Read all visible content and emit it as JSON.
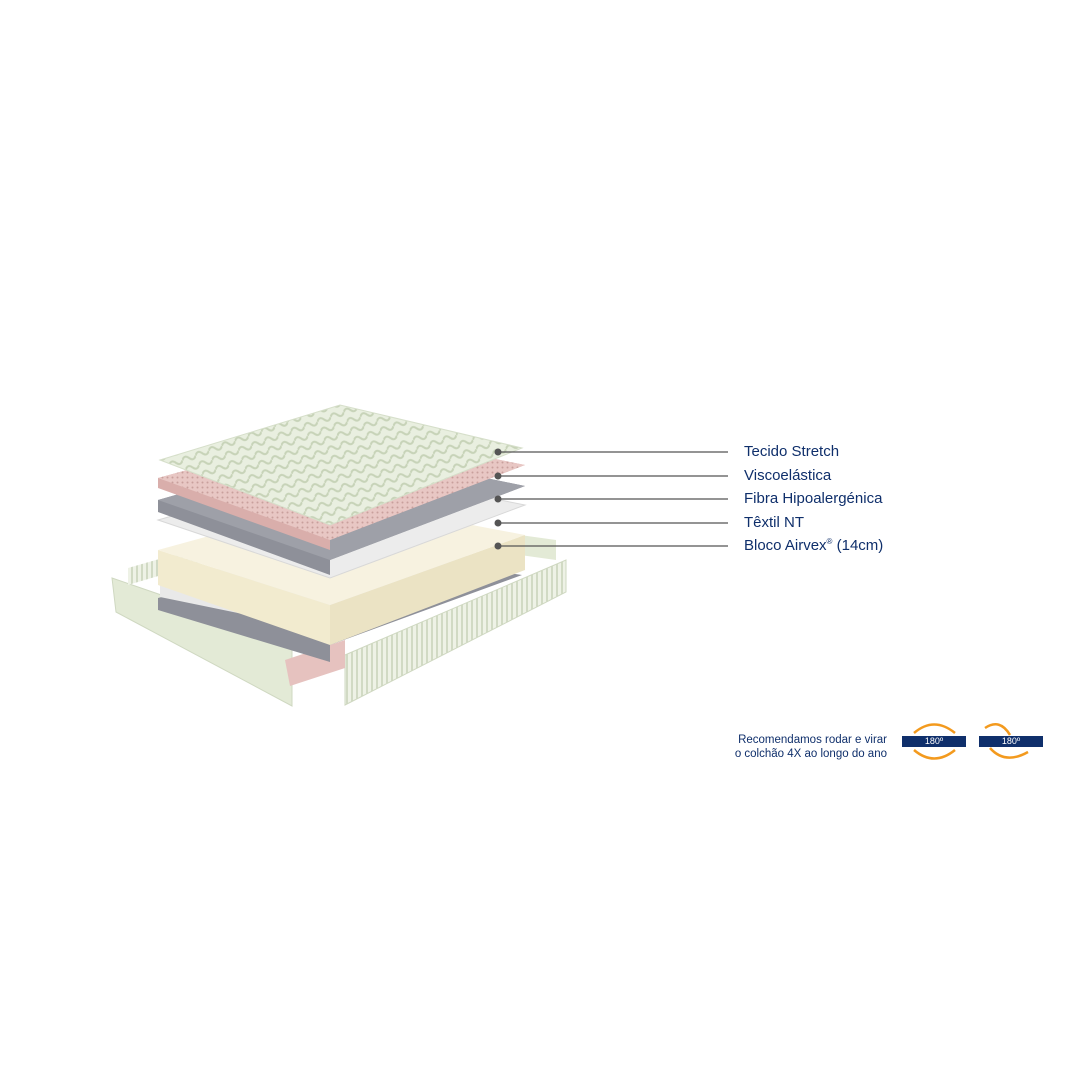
{
  "layers": [
    {
      "label": "Tecido Stretch",
      "color": "#e7eedd"
    },
    {
      "label": "Viscoelástica",
      "color": "#e9c9c6"
    },
    {
      "label": "Fibra Hipoalergénica",
      "color": "#8e9099"
    },
    {
      "label": "Têxtil NT",
      "color": "#ececec"
    },
    {
      "label": "Bloco Airvex",
      "sup": "®",
      "suffix": " (14cm)",
      "color": "#f4eed7"
    }
  ],
  "recommendation": {
    "line1": "Recomendamos rodar e virar",
    "line2": "o colchão 4X ao longo do ano",
    "rotate_badge": "180º",
    "flip_badge": "180º",
    "arrow_color": "#f39a1e",
    "badge_color": "#0f2f6b"
  }
}
